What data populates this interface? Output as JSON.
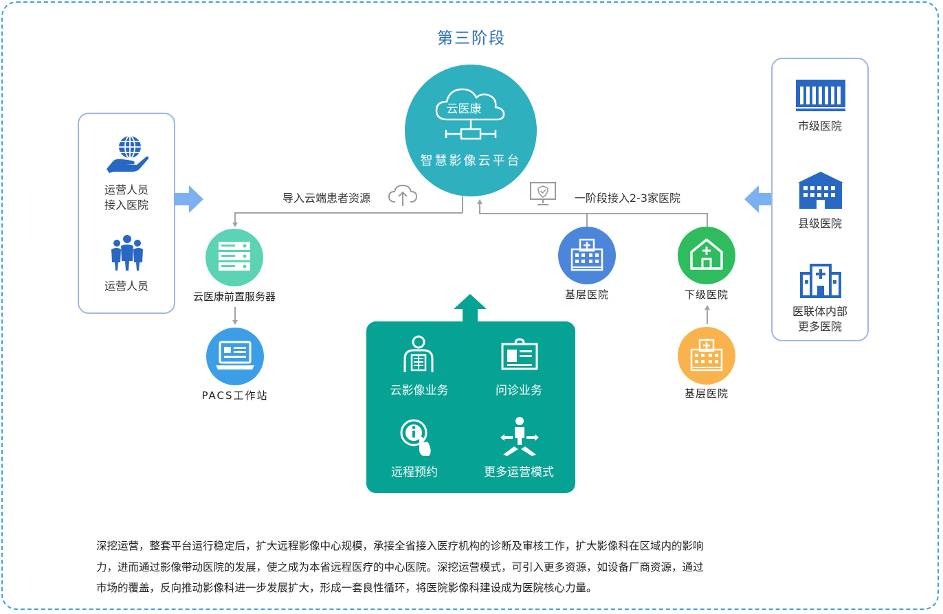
{
  "title": "第三阶段",
  "left_panel": {
    "item1_line1": "运营人员",
    "item1_line2": "接入医院",
    "item2": "运营人员"
  },
  "center": {
    "cloud_label": "云医康",
    "platform_label": "智慧影像云平台"
  },
  "connectors": {
    "import_label": "导入云端患者资源",
    "stage_label": "一阶段接入2-3家医院"
  },
  "nodes": {
    "front_server": "云医康前置服务器",
    "pacs": "PACS工作站",
    "base_hospital_top": "基层医院",
    "lower_hospital": "下级医院",
    "base_hospital_bottom": "基层医院"
  },
  "services": {
    "cloud_imaging": "云影像业务",
    "consultation": "问诊业务",
    "remote_booking": "远程预约",
    "more_modes": "更多运营模式"
  },
  "right_panel": {
    "city_hospital": "市级医院",
    "county_hospital": "县级医院",
    "alliance_line1": "医联体内部",
    "alliance_line2": "更多医院"
  },
  "description": {
    "line1": "深挖运营，整套平台运行稳定后，扩大远程影像中心规模，承接全省接入医疗机构的诊断及审核工作，扩大影像科在区域内的影响",
    "line2": "力，进而通过影像带动医院的发展，使之成为本省远程医疗的中心医院。深挖运营模式，可引入更多资源，如设备厂商资源，通过",
    "line3": "市场的覆盖，反向推动影像科进一步发展扩大，形成一套良性循环，将医院影像科建设成为医院核心力量。"
  },
  "colors": {
    "frame_border": "#3da0e0",
    "title": "#2d6db8",
    "cloud_circle": "#2fb0bf",
    "services_box": "#06a294",
    "server_circle": "#5cd3b4",
    "pacs_circle": "#3d9ee8",
    "base_hospital_top": "#4c86da",
    "lower_hospital": "#2ebc5e",
    "base_hospital_bottom": "#f8b34c",
    "panel_icon": "#2868c2",
    "side_arrow": "#7cb0f0"
  }
}
